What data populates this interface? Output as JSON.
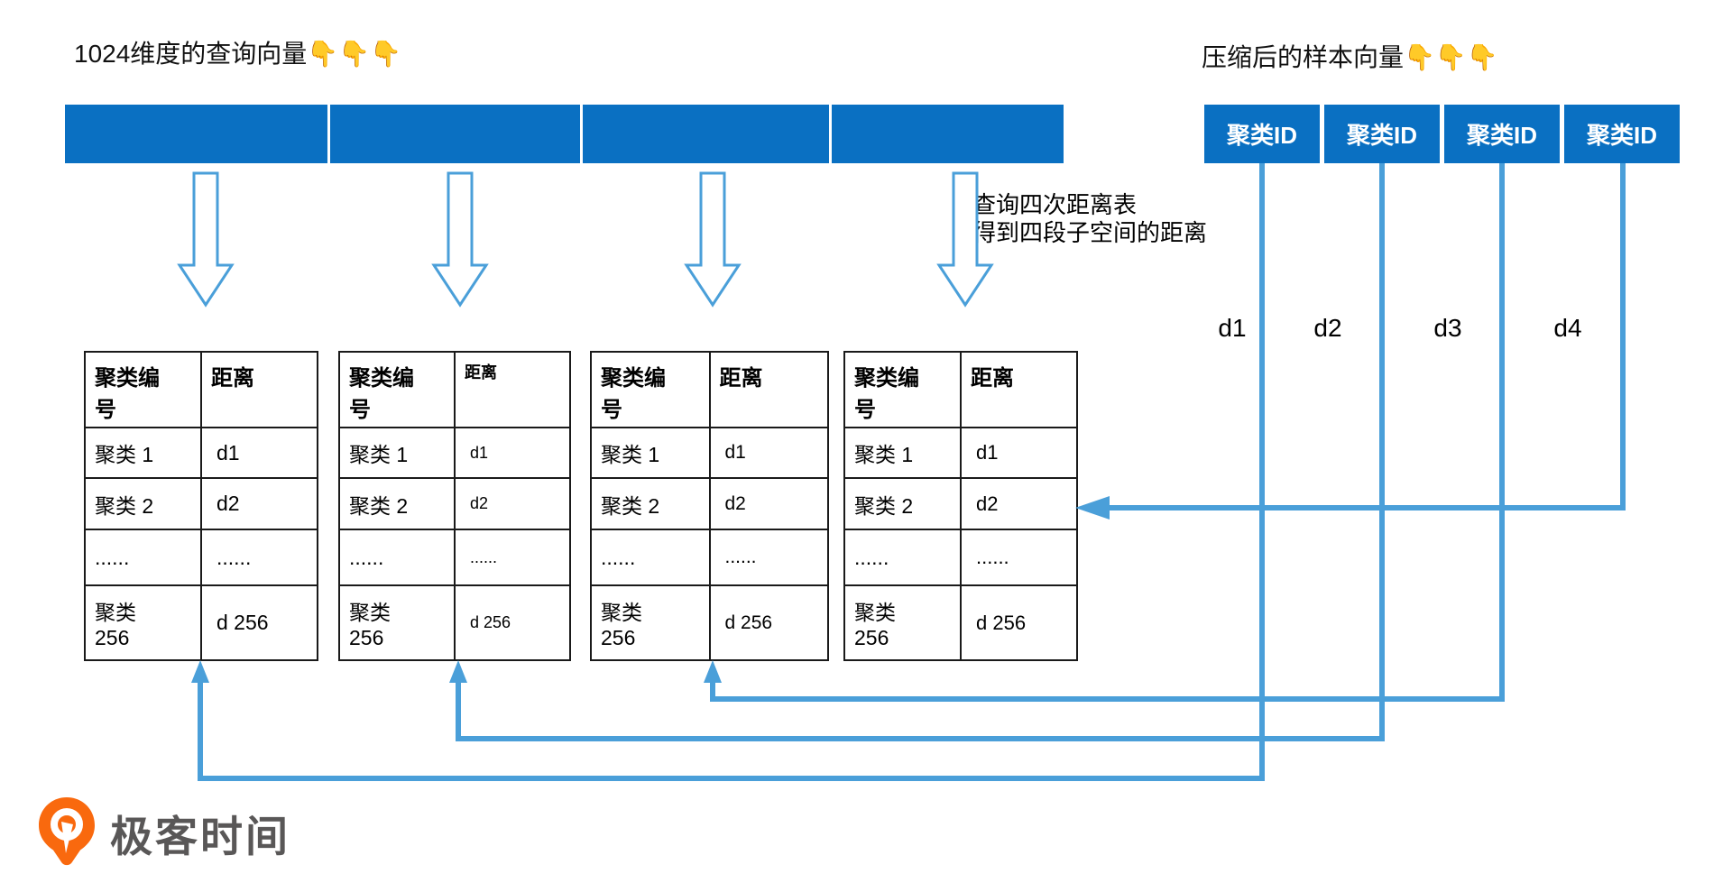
{
  "labels": {
    "query_vector_title": "1024维度的查询向量👇👇👇",
    "sample_vector_title": "压缩后的样本向量👇👇👇",
    "annotation_line1": "查询四次距离表",
    "annotation_line2": "得到四段子空间的距离"
  },
  "sample_vector": {
    "cells": [
      "聚类ID",
      "聚类ID",
      "聚类ID",
      "聚类ID"
    ]
  },
  "distance_results": {
    "labels": [
      "d1",
      "d2",
      "d3",
      "d4"
    ]
  },
  "distance_tables": [
    {
      "headers": [
        "聚类编号",
        "距离"
      ],
      "rows": [
        [
          "聚类 1",
          "d1"
        ],
        [
          "聚类 2",
          "d2"
        ],
        [
          "......",
          "......"
        ],
        [
          "聚类 256",
          "d 256"
        ]
      ]
    },
    {
      "headers": [
        "聚类编号",
        "距离"
      ],
      "rows": [
        [
          "聚类 1",
          "d1"
        ],
        [
          "聚类 2",
          "d2"
        ],
        [
          "......",
          "......"
        ],
        [
          "聚类 256",
          "d 256"
        ]
      ]
    },
    {
      "headers": [
        "聚类编号",
        "距离"
      ],
      "rows": [
        [
          "聚类 1",
          "d1"
        ],
        [
          "聚类 2",
          "d2"
        ],
        [
          "......",
          "......"
        ],
        [
          "聚类 256",
          "d 256"
        ]
      ]
    },
    {
      "headers": [
        "聚类编号",
        "距离"
      ],
      "rows": [
        [
          "聚类 1",
          "d1"
        ],
        [
          "聚类 2",
          "d2"
        ],
        [
          "......",
          "......"
        ],
        [
          "聚类 256",
          "d 256"
        ]
      ]
    }
  ],
  "logo": {
    "text": "极客时间"
  },
  "colors": {
    "vector_blue": "#0a70c2",
    "connector_blue": "#4a9fd9",
    "table_border": "#1a1a1a",
    "logo_orange": "#f9690e",
    "logo_text_gray": "#595757"
  }
}
